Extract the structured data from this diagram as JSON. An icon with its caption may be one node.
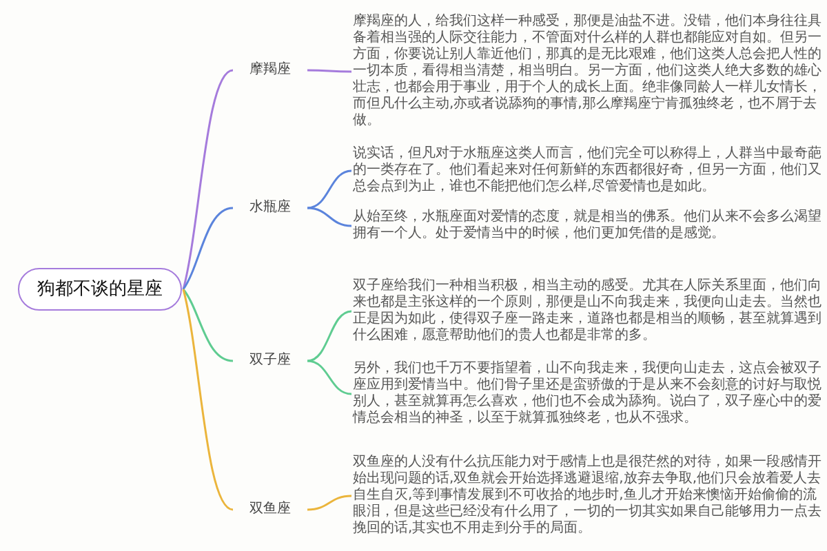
{
  "diagram": {
    "nodes": [
      {
        "text": [
          "狗都不谈的星座"
        ]
      },
      {
        "text": [
          "摩羯座"
        ]
      },
      {
        "text": [
          "摩羯座的人，给我们这样一种感受，那便是油盐不进。没错，他们本身往往具备着相当强的人际交往能力，不管面对什么样的人群也都能应对自如。但另一方面，你要说让别人靠近他们，那真的是无比艰难，他们这类人总会把人性的一切本质，看得相当清楚，相当明白。另一方面，他们这类人绝大多数的雄心壮志，也都会用于事业，用于个人的成长上面。绝非像同龄人一样儿女情长，而但凡什么主动,亦或者说舔狗的事情,那么摩羯座宁肯孤独终老，也不屑于去做。"
        ]
      },
      {
        "text": [
          "水瓶座"
        ]
      },
      {
        "text": [
          "说实话，但凡对于水瓶座这类人而言，他们完全可以称得上，人群当中最奇葩的一类存在了。他们看起来对任何新鲜的东西都很好奇，但另一方面，他们又总会点到为止，谁也不能把他们怎么样,尽管爱情也是如此。"
        ]
      },
      {
        "text": [
          "从始至终，水瓶座面对爱情的态度，就是相当的佛系。他们从来不会多么渴望拥有一个人。处于爱情当中的时候，他们更加凭借的是感觉。"
        ]
      },
      {
        "text": [
          "双子座"
        ]
      },
      {
        "text": [
          "双子座给我们一种相当积极，相当主动的感受。尤其在人际关系里面，他们向来也都是主张这样的一个原则，那便是山不向我走来，我便向山走去。当然也正是因为如此，使得双子座一路走来，道路也都是相当的顺畅，甚至就算遇到什么困难，愿意帮助他们的贵人也都是非常的多。"
        ]
      },
      {
        "text": [
          "另外，我们也千万不要指望着，山不向我走来，我便向山走去，这点会被双子座应用到爱情当中。他们骨子里还是蛮骄傲的于是从来不会刻意的讨好与取悦别人，甚至就算再怎么喜欢，他们也不会成为舔狗。说白了，双子座心中的爱情总会相当的神圣，以至于就算孤独终老，也从不强求。"
        ]
      },
      {
        "text": [
          "双鱼座"
        ]
      },
      {
        "text": [
          "双鱼座的人没有什么抗压能力对于感情上也是很茫然的对待，如果一段感情开始出现问题的话,双鱼就会开始选择逃避退缩,放弃去争取,他们只会放着爱人去自生自灭,等到事情发展到不可收拾的地步时,鱼儿才开始来懊恼开始偷偷的流眼泪，但是这些已经没有什么用了，一切的一切其实如果自己能够用力一点去挽回的话,其实也不用走到分手的局面。"
        ]
      }
    ],
    "edges": [
      {
        "from": 0,
        "to": 1,
        "arrow": "none",
        "color": "#a57bdc"
      },
      {
        "from": 1,
        "to": 2,
        "arrow": "none",
        "color": "#a57bdc"
      },
      {
        "from": 0,
        "to": 3,
        "arrow": "none",
        "color": "#5b84dc"
      },
      {
        "from": 3,
        "to": 4,
        "arrow": "none",
        "color": "#5b84dc"
      },
      {
        "from": 3,
        "to": 5,
        "arrow": "none",
        "color": "#5b84dc"
      },
      {
        "from": 0,
        "to": 6,
        "arrow": "none",
        "color": "#5fcc91"
      },
      {
        "from": 6,
        "to": 7,
        "arrow": "none",
        "color": "#5fcc91"
      },
      {
        "from": 6,
        "to": 8,
        "arrow": "none",
        "color": "#5fcc91"
      },
      {
        "from": 0,
        "to": 9,
        "arrow": "none",
        "color": "#ebb53c"
      },
      {
        "from": 9,
        "to": 10,
        "arrow": "none",
        "color": "#ebb53c"
      }
    ]
  }
}
